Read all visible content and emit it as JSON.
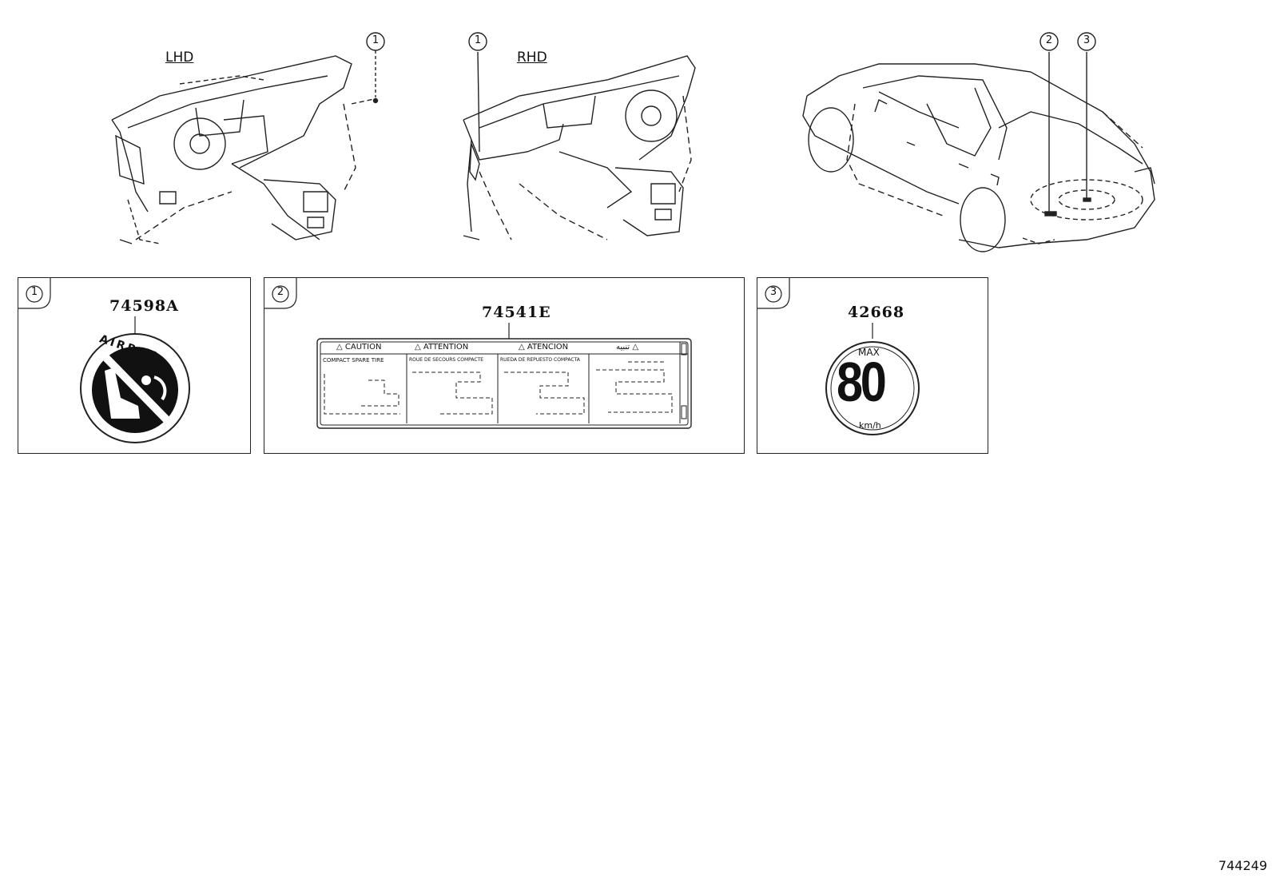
{
  "views": {
    "lhd_label": "LHD",
    "rhd_label": "RHD",
    "callouts_lhd": [
      "1"
    ],
    "callouts_rhd": [
      "1"
    ],
    "callouts_car": [
      "2",
      "3"
    ]
  },
  "panels": [
    {
      "callout": "1",
      "part_number": "74598A",
      "label_text": "AIRBAG"
    },
    {
      "callout": "2",
      "part_number": "74541E",
      "label_headers": [
        "CAUTION",
        "ATTENTION",
        "ATENCION",
        "تنبيه"
      ],
      "label_subheads": [
        "COMPACT SPARE TIRE",
        "ROUE DE SECOURS COMPACTE",
        "RUEDA DE REPUESTO COMPACTA"
      ]
    },
    {
      "callout": "3",
      "part_number": "42668",
      "sign_top": "MAX",
      "sign_value": "80",
      "sign_unit": "km/h"
    }
  ],
  "footer": {
    "diagram_id": "744249"
  },
  "colors": {
    "line": "#222222",
    "background": "#ffffff"
  }
}
